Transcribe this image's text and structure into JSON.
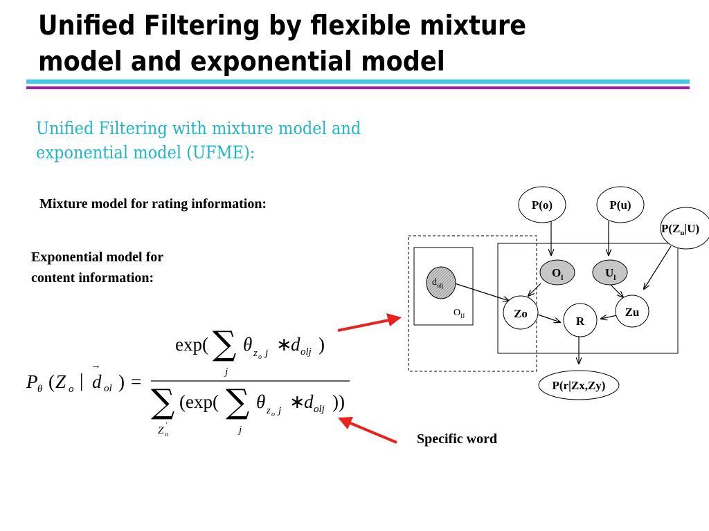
{
  "slide": {
    "title_line_1": "Unified Filtering by flexible mixture",
    "title_line_2": "model and exponential model",
    "subtitle_line_1": "Unified Filtering with mixture model and",
    "subtitle_line_2": "exponential model (UFME):",
    "mixture_label": "Mixture model for rating information:",
    "exp_label_line_1": "Exponential model for",
    "exp_label_line_2": "content information:",
    "specific_word": "Specific word"
  },
  "colors": {
    "title": "#000000",
    "subtitle": "#1fb6c8",
    "rule_top": "#3cc8e6",
    "rule_bottom": "#a31ba6",
    "arrow": "#e8231e",
    "shaded_node": "#c8c8c8"
  },
  "diagram": {
    "nodes": {
      "p_o": "P(o)",
      "p_u": "P(u)",
      "p_zu_u_main": "P(Z",
      "p_zu_u_sub": "u",
      "p_zu_u_tail": "|U)",
      "o_l_main": "O",
      "o_l_sub": "l",
      "u_l_main": "U",
      "u_l_sub": "l",
      "zo": "Zo",
      "zu": "Zu",
      "r": "R",
      "p_r": "P(r|Zx,Zy)",
      "d_olj_main": "d",
      "d_olj_sub": "olj",
      "o_lj_main": "O",
      "o_lj_sub": "lJ"
    }
  },
  "formula": {
    "lhs_p": "P",
    "lhs_theta": "θ",
    "lhs_open": "(",
    "lhs_z": "Z",
    "lhs_z_sub": "o",
    "lhs_bar": "|",
    "lhs_d": "d",
    "lhs_d_sub": "ol",
    "lhs_close": ")",
    "lhs_vec": "→",
    "equals": "=",
    "num_exp": "exp(",
    "sigma": "∑",
    "sum_index": "j",
    "theta": "θ",
    "theta_sub_z": "z",
    "theta_sub_o": "o",
    "theta_sub_j": "j",
    "times": "∗",
    "d": "d",
    "d_sub": "olj",
    "num_close": ")",
    "den_exp": "(exp(",
    "den_close": "))",
    "outer_index_z": "Z",
    "outer_index_o": "o",
    "outer_index_prime": "'"
  }
}
